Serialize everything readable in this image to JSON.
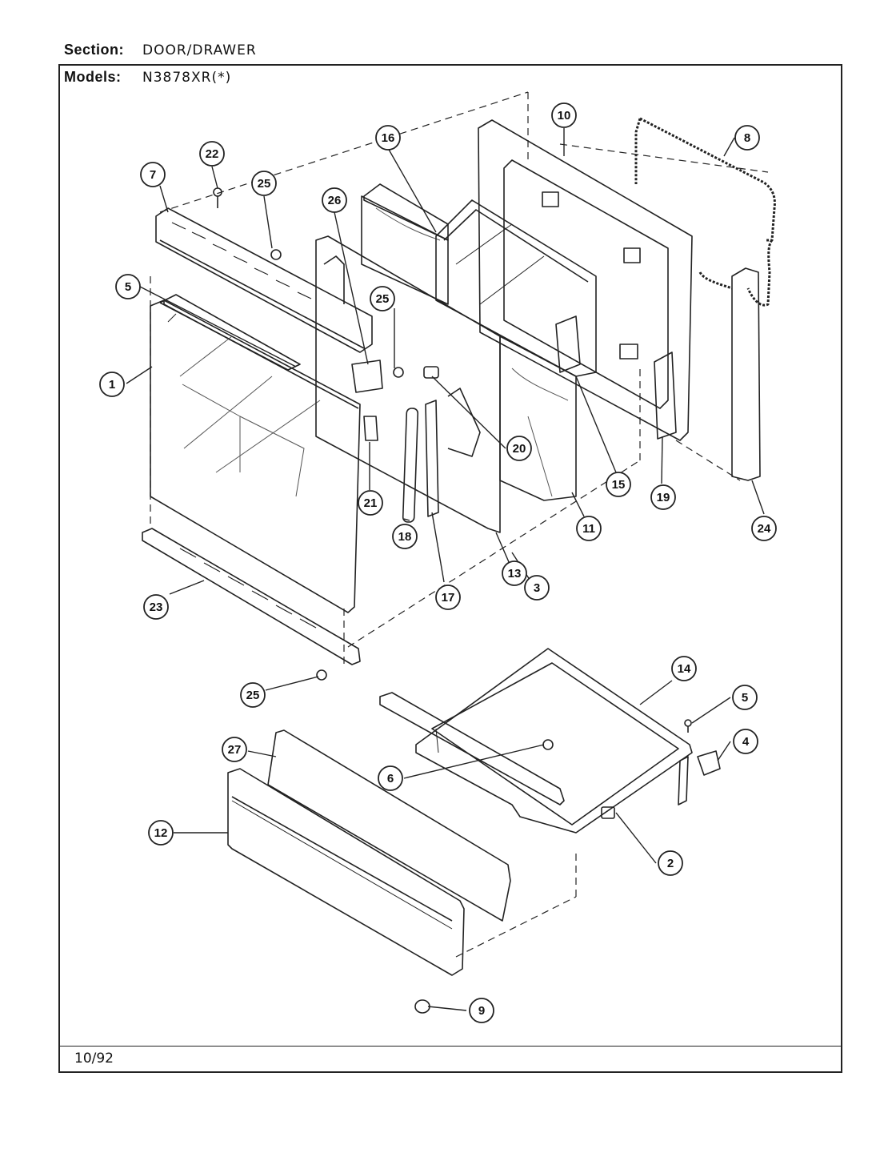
{
  "header": {
    "section_label": "Section:",
    "section_value": "DOOR/DRAWER",
    "models_label": "Models:",
    "models_value": "N3878XR(*)"
  },
  "footer": {
    "date": "10/92"
  },
  "callouts": [
    "1",
    "2",
    "3",
    "4",
    "5",
    "5",
    "6",
    "7",
    "8",
    "9",
    "10",
    "11",
    "12",
    "13",
    "14",
    "15",
    "16",
    "17",
    "18",
    "19",
    "20",
    "21",
    "22",
    "23",
    "24",
    "25",
    "25",
    "25",
    "26",
    "27"
  ]
}
